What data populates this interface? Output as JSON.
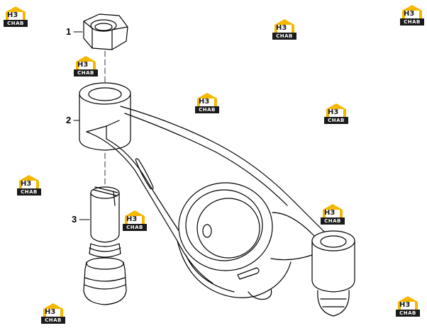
{
  "callouts": [
    {
      "id": "1",
      "label": "1"
    },
    {
      "id": "2",
      "label": "2"
    },
    {
      "id": "3",
      "label": "3"
    }
  ],
  "watermark": {
    "logo_letters": "H3",
    "logo_text": "CHAB",
    "accent_color": "#f5b800",
    "dark_color": "#1a1a1a"
  },
  "colors": {
    "line": "#000000",
    "background": "#ffffff"
  }
}
